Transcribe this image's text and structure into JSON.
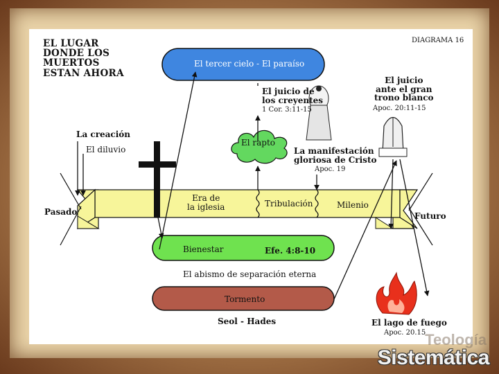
{
  "title": "EL LUGAR\nDONDE LOS\nMUERTOS\nESTAN AHORA",
  "diagram_number": "DIAGRAMA 16",
  "heaven": "El tercer cielo - El paraíso",
  "judgment_believers": {
    "label": "El juicio de\nlos creyentes",
    "ref": "1 Cor. 3:11-15"
  },
  "great_white_throne": {
    "label": "El juicio\nante el gran\ntrono blanco",
    "ref": "Apoc. 20:11-15"
  },
  "creation": "La creación",
  "flood": "El diluvio",
  "rapture": "El rapto",
  "glorious_manifestation": {
    "label": "La manifestación\ngloriosa de Cristo",
    "ref": "Apoc. 19"
  },
  "past": "Pasado",
  "future": "Futuro",
  "church_age": "Era de\nla iglesia",
  "tribulation": "Tribulación",
  "millennium": "Milenio",
  "wellbeing": "Bienestar",
  "wellbeing_ref": "Efe. 4:8-10",
  "abyss": "El abismo de separación eterna",
  "torment": "Tormento",
  "sheol": "Seol - Hades",
  "lake_of_fire": {
    "label": "El lago de fuego",
    "ref": "Apoc. 20.15"
  },
  "brand_text": "Sistemática",
  "brand_ghost": "Teología",
  "colors": {
    "heaven": "#3f86e0",
    "cloud": "#63d85f",
    "timeline": "#f7f59a",
    "wellbeing": "#6fe24f",
    "torment": "#b35a49",
    "fire": "#e8301c"
  }
}
